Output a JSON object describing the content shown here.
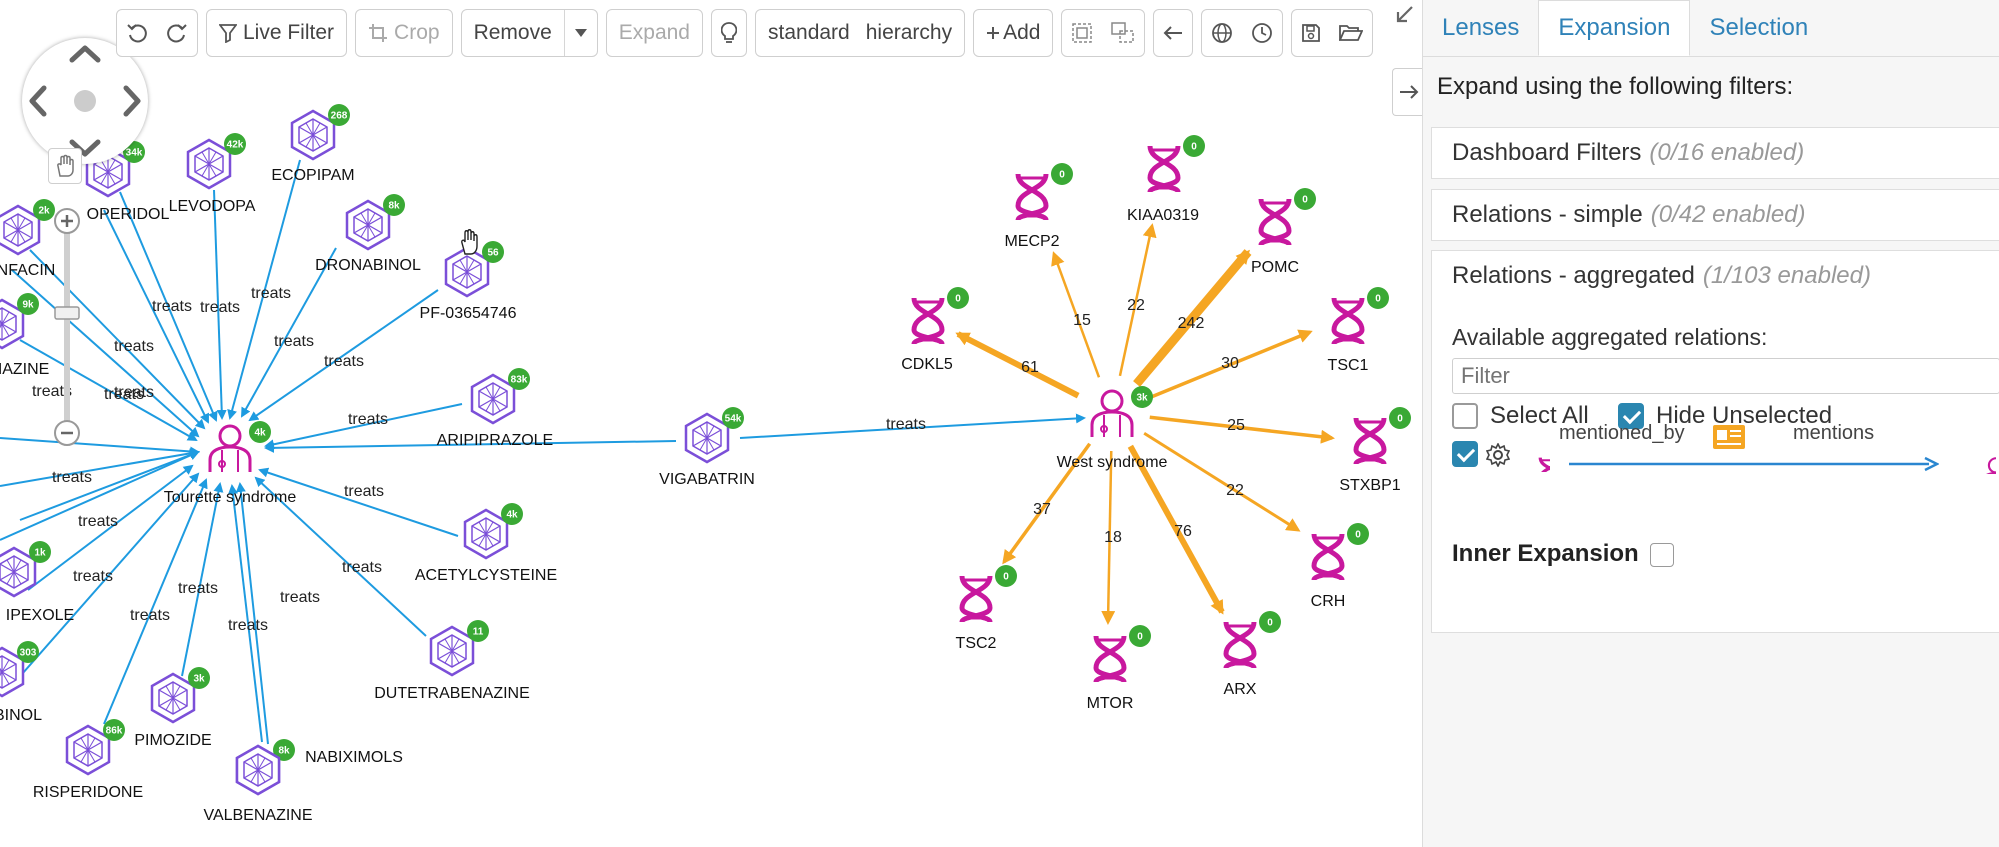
{
  "toolbar": {
    "live_filter": "Live Filter",
    "crop": "Crop",
    "remove": "Remove",
    "expand": "Expand",
    "layout_standard": "standard",
    "layout_hierarchy": "hierarchy",
    "add": "Add"
  },
  "panel": {
    "tabs": [
      "Lenses",
      "Expansion",
      "Selection"
    ],
    "title": "Expand using the following filters:",
    "sections": [
      {
        "label": "Dashboard Filters",
        "count": "(0/16 enabled)"
      },
      {
        "label": "Relations - simple",
        "count": "(0/42 enabled)"
      },
      {
        "label": "Relations - aggregated",
        "count": "(1/103 enabled)"
      }
    ],
    "available_label": "Available aggregated relations:",
    "filter_placeholder": "Filter",
    "select_all": "Select All",
    "hide_unselected": "Hide Unselected",
    "relation_from": "mentioned_by",
    "relation_to": "mentions",
    "inner_expansion": "Inner Expansion"
  },
  "graph": {
    "hubs": [
      {
        "label": "Tourette syndrome",
        "badge": "4k"
      },
      {
        "label": "West syndrome",
        "badge": "3k"
      }
    ],
    "drugs": [
      {
        "label": "ECOPIPAM",
        "badge": "268"
      },
      {
        "label": "LEVODOPA",
        "badge": "42k"
      },
      {
        "label": "",
        "badge": "34k"
      },
      {
        "label": "OPERIDOL",
        "badge": ""
      },
      {
        "label": "",
        "badge": "2k"
      },
      {
        "label": "NFACIN",
        "badge": ""
      },
      {
        "label": "DRONABINOL",
        "badge": "8k"
      },
      {
        "label": "PF-03654746",
        "badge": "56"
      },
      {
        "label": "NAZINE",
        "badge": "9k"
      },
      {
        "label": "ARIPIPRAZOLE",
        "badge": "83k"
      },
      {
        "label": "ACETYLCYSTEINE",
        "badge": "4k"
      },
      {
        "label": "DUTETRABENAZINE",
        "badge": "11"
      },
      {
        "label": "NABIXIMOLS",
        "badge": "8k"
      },
      {
        "label": "VALBENAZINE",
        "badge": ""
      },
      {
        "label": "PIMOZIDE",
        "badge": "3k"
      },
      {
        "label": "RISPERIDONE",
        "badge": "86k"
      },
      {
        "label": "BINOL",
        "badge": "303"
      },
      {
        "label": "IPEXOLE",
        "badge": "1k"
      },
      {
        "label": "VIGABATRIN",
        "badge": "54k"
      }
    ],
    "edge_label": "treats",
    "genes": [
      {
        "label": "MECP2",
        "badge": "0",
        "weight": "15"
      },
      {
        "label": "KIAA0319",
        "badge": "0",
        "weight": "22"
      },
      {
        "label": "POMC",
        "badge": "0",
        "weight": "242"
      },
      {
        "label": "CDKL5",
        "badge": "0",
        "weight": "61"
      },
      {
        "label": "TSC1",
        "badge": "0",
        "weight": "30"
      },
      {
        "label": "STXBP1",
        "badge": "0",
        "weight": "25"
      },
      {
        "label": "CRH",
        "badge": "0",
        "weight": "22"
      },
      {
        "label": "ARX",
        "badge": "0",
        "weight": "76"
      },
      {
        "label": "MTOR",
        "badge": "0",
        "weight": "18"
      },
      {
        "label": "TSC2",
        "badge": "0",
        "weight": "37"
      }
    ]
  },
  "colors": {
    "treats_edge": "#1e9be0",
    "gene_edge": "#f5a623",
    "drug_node": "#7b4fd8",
    "gene_node": "#c8189e",
    "badge": "#3aa935",
    "accent": "#2f82b8"
  }
}
